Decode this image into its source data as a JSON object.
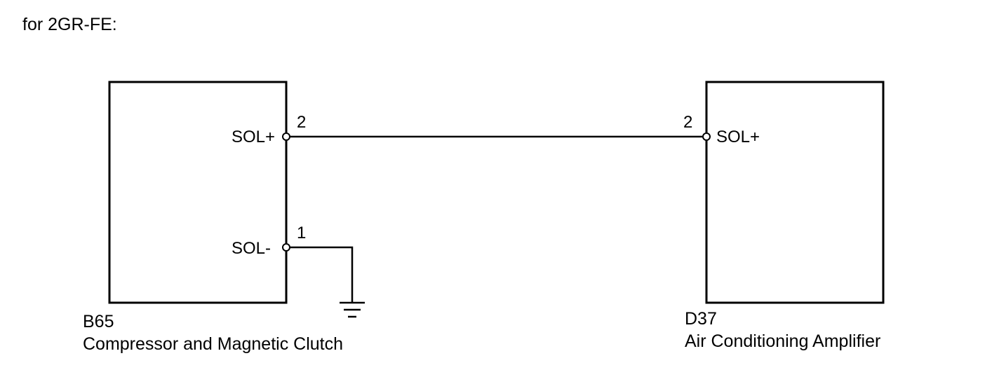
{
  "heading": "for 2GR-FE:",
  "components": {
    "left": {
      "code": "B65",
      "name": "Compressor and Magnetic Clutch",
      "pins": {
        "sol_plus": {
          "label": "SOL+",
          "number": "2"
        },
        "sol_minus": {
          "label": "SOL-",
          "number": "1"
        }
      }
    },
    "right": {
      "code": "D37",
      "name": "Air Conditioning Amplifier",
      "pins": {
        "sol_plus": {
          "label": "SOL+",
          "number": "2"
        }
      }
    }
  },
  "icons": {
    "ground": "ground-symbol-icon",
    "terminal": "connector-terminal-icon"
  },
  "colors": {
    "line": "#000000",
    "background": "#ffffff"
  }
}
